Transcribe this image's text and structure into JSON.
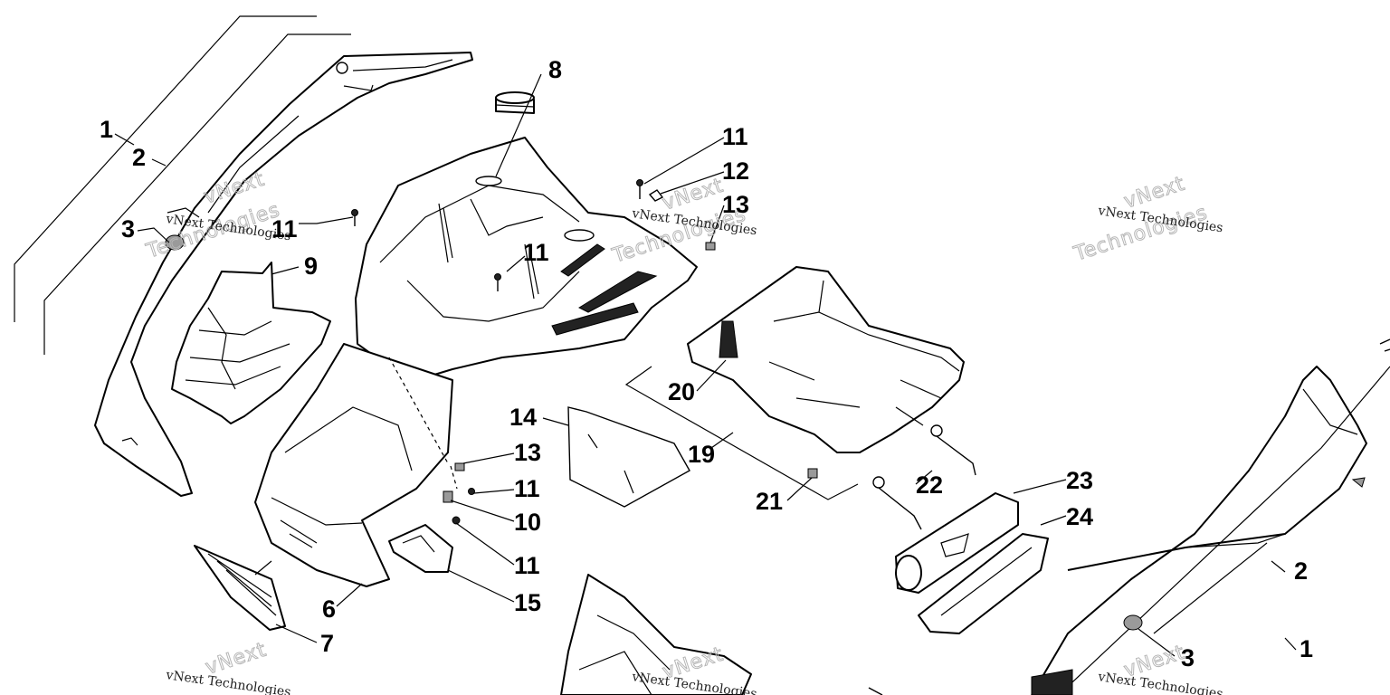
{
  "watermark": {
    "line1": "vNext Technologies",
    "line2": "vNext",
    "line3": "Technologies"
  },
  "callouts": {
    "c1_left": "1",
    "c2_left": "2",
    "c3_left": "3",
    "c6": "6",
    "c7": "7",
    "c8": "8",
    "c9": "9",
    "c10": "10",
    "c11_a": "11",
    "c11_b": "11",
    "c11_c": "11",
    "c11_d": "11",
    "c11_e": "11",
    "c12": "12",
    "c13_a": "13",
    "c13_b": "13",
    "c14": "14",
    "c15": "15",
    "c19": "19",
    "c20": "20",
    "c21": "21",
    "c22": "22",
    "c23": "23",
    "c24": "24",
    "c2_right": "2",
    "c3_right": "3",
    "c1_right": "1"
  }
}
